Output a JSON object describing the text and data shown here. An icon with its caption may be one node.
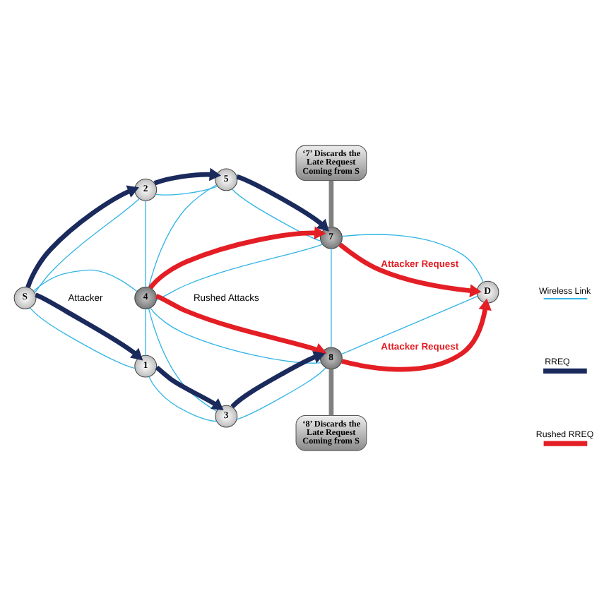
{
  "diagram": {
    "nodes": [
      {
        "text": [
          "‘7’ Discards the Late Request Coming from S"
        ]
      },
      {
        "text": [
          "S"
        ]
      },
      {
        "text": [
          "2"
        ]
      },
      {
        "text": [
          "5"
        ]
      },
      {
        "text": [
          "7"
        ]
      },
      {
        "text": [
          "4"
        ],
        "beside": [
          "Attacker"
        ]
      },
      {
        "text": [
          "D"
        ]
      },
      {
        "text": [
          "1"
        ]
      },
      {
        "text": [
          "3"
        ]
      },
      {
        "text": [
          "8"
        ]
      },
      {
        "text": [
          "‘8’ Discards the Late Request Coming from S"
        ]
      }
    ],
    "edges": [
      {
        "from": 1,
        "to": 2,
        "arrow": "none"
      },
      {
        "from": 1,
        "to": 5,
        "arrow": "none"
      },
      {
        "from": 1,
        "to": 7,
        "arrow": "none"
      },
      {
        "from": 2,
        "to": 3,
        "arrow": "none"
      },
      {
        "from": 2,
        "to": 5,
        "arrow": "none"
      },
      {
        "from": 3,
        "to": 4,
        "arrow": "none"
      },
      {
        "from": 5,
        "to": 3,
        "arrow": "none"
      },
      {
        "from": 5,
        "to": 4,
        "arrow": "none"
      },
      {
        "from": 4,
        "to": 6,
        "arrow": "none"
      },
      {
        "from": 4,
        "to": 9,
        "arrow": "none"
      },
      {
        "from": 5,
        "to": 9,
        "arrow": "none"
      },
      {
        "from": 5,
        "to": 7,
        "arrow": "none"
      },
      {
        "from": 7,
        "to": 8,
        "arrow": "none"
      },
      {
        "from": 5,
        "to": 8,
        "arrow": "none"
      },
      {
        "from": 8,
        "to": 9,
        "arrow": "none"
      },
      {
        "from": 9,
        "to": 6,
        "arrow": "none"
      },
      {
        "from": 1,
        "to": 2,
        "arrow": "to",
        "style": "thick",
        "color": "#1b2a5c"
      },
      {
        "from": 2,
        "to": 3,
        "arrow": "to",
        "style": "thick",
        "color": "#1b2a5c"
      },
      {
        "from": 3,
        "to": 4,
        "arrow": "to",
        "style": "thick",
        "color": "#1b2a5c"
      },
      {
        "from": 1,
        "to": 7,
        "arrow": "to",
        "style": "thick",
        "color": "#1b2a5c"
      },
      {
        "from": 7,
        "to": 8,
        "arrow": "to",
        "style": "thick",
        "color": "#1b2a5c"
      },
      {
        "from": 8,
        "to": 9,
        "arrow": "to",
        "style": "thick",
        "color": "#1b2a5c"
      },
      {
        "from": 5,
        "to": 4,
        "arrow": "to",
        "style": "thick",
        "color": "#e31e24"
      },
      {
        "from": 5,
        "to": 9,
        "arrow": "to",
        "style": "thick",
        "color": "#e31e24"
      },
      {
        "from": 4,
        "to": 6,
        "arrow": "to",
        "style": "thick",
        "color": "#e31e24",
        "label": "Attacker Request"
      },
      {
        "from": 9,
        "to": 6,
        "arrow": "to",
        "style": "thick",
        "color": "#e31e24",
        "label": "Attacker Request"
      },
      {
        "from": 0,
        "to": 4,
        "arrow": "none",
        "style": "thick",
        "color": "#808080"
      },
      {
        "from": 9,
        "to": 10,
        "arrow": "none",
        "style": "thick",
        "color": "#808080"
      }
    ],
    "labels": [
      "Rushed Attacks"
    ],
    "legend": [
      {
        "text": "Wireless Link"
      },
      {
        "text": "RREQ"
      },
      {
        "text": "Rushed RREQ"
      }
    ]
  }
}
